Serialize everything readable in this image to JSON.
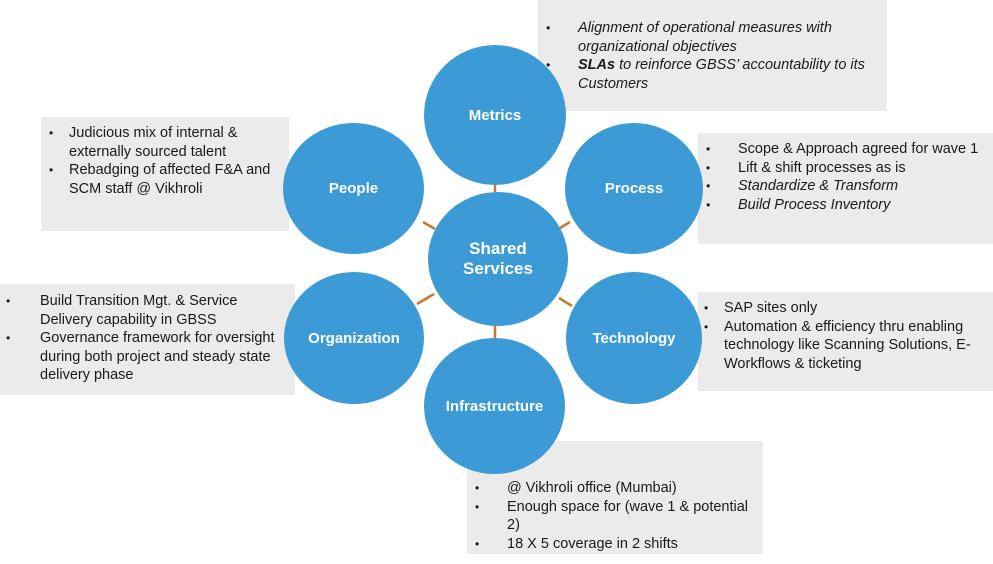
{
  "center": {
    "line1": "Shared",
    "line2": "Services"
  },
  "nodes": {
    "metrics": "Metrics",
    "process": "Process",
    "technology": "Technology",
    "infrastructure": "Infrastructure",
    "organization": "Organization",
    "people": "People"
  },
  "boxes": {
    "metrics": {
      "item1": "Alignment of operational measures with organizational objectives",
      "item2_bold": "SLAs",
      "item2_rest": " to reinforce GBSS’ accountability to its Customers"
    },
    "process": {
      "items": [
        "Scope & Approach agreed for wave 1",
        "Lift & shift processes as is",
        "Standardize & Transform",
        "Build Process Inventory"
      ]
    },
    "technology": {
      "items": [
        "SAP sites only",
        "Automation & efficiency thru enabling technology  like Scanning Solutions, E-Workflows & ticketing"
      ]
    },
    "infrastructure": {
      "items": [
        "@ Vikhroli office (Mumbai)",
        "Enough space for (wave 1 & potential 2)",
        "18 X 5 coverage in 2 shifts"
      ]
    },
    "organization": {
      "items": [
        "Build Transition Mgt. & Service Delivery capability in GBSS",
        "Governance framework for oversight during both project and steady state delivery phase"
      ]
    },
    "people": {
      "items": [
        "Judicious mix of internal & externally  sourced talent",
        "Rebadging of affected F&A and SCM staff @ Vikhroli"
      ]
    }
  },
  "colors": {
    "circle": "#3c9bd6",
    "connector": "#c8792a",
    "box": "#ebebeb"
  }
}
